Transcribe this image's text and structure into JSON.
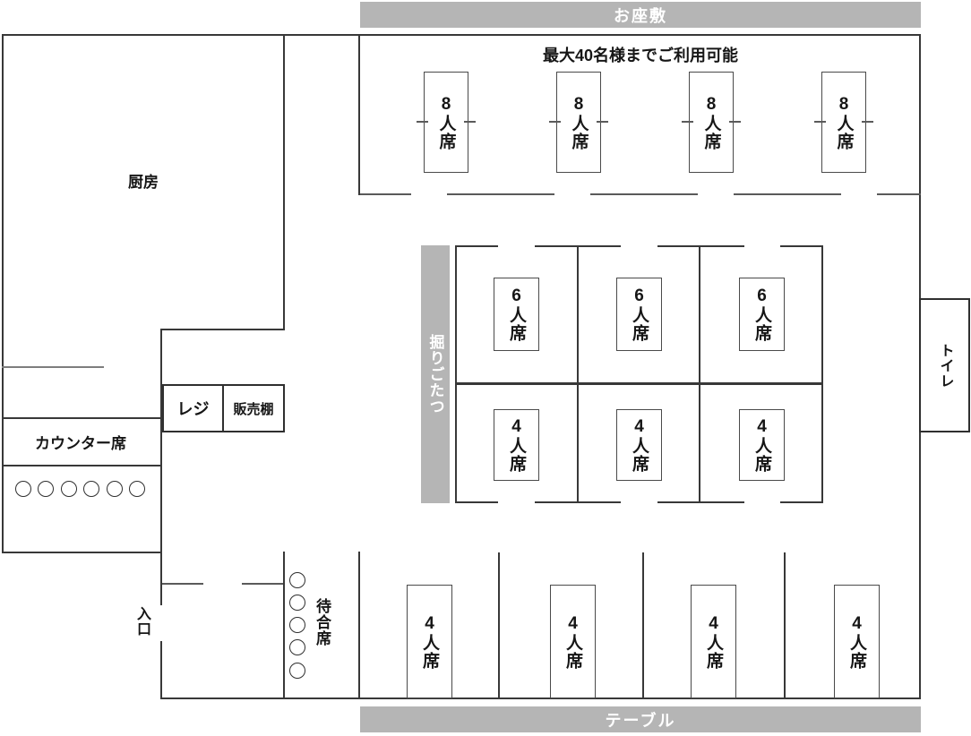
{
  "banners": {
    "zashiki": "お座敷",
    "table": "テーブル"
  },
  "zashiki": {
    "note": "最大40名様までご利用可能",
    "tables": [
      {
        "label": "8人席"
      },
      {
        "label": "8人席"
      },
      {
        "label": "8人席"
      },
      {
        "label": "8人席"
      }
    ]
  },
  "kotatsu": {
    "label": "掘りごたつ",
    "row1": [
      {
        "label": "6人席"
      },
      {
        "label": "6人席"
      },
      {
        "label": "6人席"
      }
    ],
    "row2": [
      {
        "label": "4人席"
      },
      {
        "label": "4人席"
      },
      {
        "label": "4人席"
      }
    ]
  },
  "floor_tables": [
    {
      "label": "4人席"
    },
    {
      "label": "4人席"
    },
    {
      "label": "4人席"
    },
    {
      "label": "4人席"
    }
  ],
  "kitchen": {
    "label": "厨房"
  },
  "register": {
    "label": "レジ"
  },
  "sales_shelf": {
    "label": "販売棚"
  },
  "counter": {
    "label": "カウンター席",
    "seat_count": 6
  },
  "entrance": {
    "label": "入口"
  },
  "waiting": {
    "label": "待合席",
    "seat_count": 5
  },
  "toilet": {
    "label": "トイレ"
  },
  "colors": {
    "banner_gray": "#b5b5b5",
    "wall": "#383838"
  }
}
